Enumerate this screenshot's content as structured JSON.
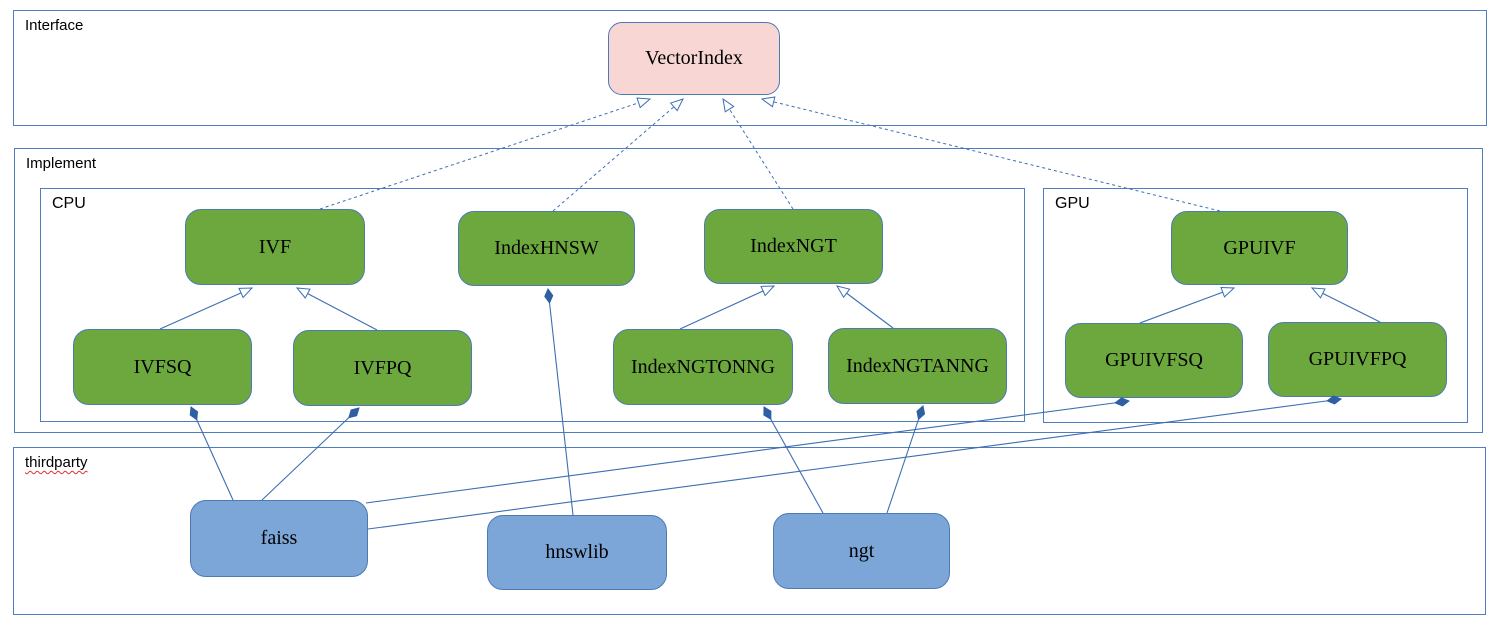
{
  "diagram": {
    "containers": {
      "interface": {
        "label": "Interface"
      },
      "implement": {
        "label": "Implement"
      },
      "cpu": {
        "label": "CPU"
      },
      "gpu": {
        "label": "GPU"
      },
      "thirdparty": {
        "label": "thirdparty"
      }
    },
    "nodes": {
      "vectorindex": {
        "label": "VectorIndex",
        "type": "interface",
        "fill": "#F8D6D3"
      },
      "ivf": {
        "label": "IVF",
        "type": "class",
        "fill": "#6CA83E"
      },
      "indexhnsw": {
        "label": "IndexHNSW",
        "type": "class",
        "fill": "#6CA83E"
      },
      "indexngt": {
        "label": "IndexNGT",
        "type": "class",
        "fill": "#6CA83E"
      },
      "gpuivf": {
        "label": "GPUIVF",
        "type": "class",
        "fill": "#6CA83E"
      },
      "ivfsq": {
        "label": "IVFSQ",
        "type": "class",
        "fill": "#6CA83E"
      },
      "ivfpq": {
        "label": "IVFPQ",
        "type": "class",
        "fill": "#6CA83E"
      },
      "indexngtonng": {
        "label": "IndexNGTONNG",
        "type": "class",
        "fill": "#6CA83E"
      },
      "indexngtanng": {
        "label": "IndexNGTANNG",
        "type": "class",
        "fill": "#6CA83E"
      },
      "gpuivfsq": {
        "label": "GPUIVFSQ",
        "type": "class",
        "fill": "#6CA83E"
      },
      "gpuivfpq": {
        "label": "GPUIVFPQ",
        "type": "class",
        "fill": "#6CA83E"
      },
      "faiss": {
        "label": "faiss",
        "type": "thirdparty",
        "fill": "#7CA5D8"
      },
      "hnswlib": {
        "label": "hnswlib",
        "type": "thirdparty",
        "fill": "#7CA5D8"
      },
      "ngt": {
        "label": "ngt",
        "type": "thirdparty",
        "fill": "#7CA5D8"
      }
    },
    "edges": [
      {
        "from": "IVF",
        "to": "VectorIndex",
        "type": "realization-dashed"
      },
      {
        "from": "IndexHNSW",
        "to": "VectorIndex",
        "type": "realization-dashed"
      },
      {
        "from": "IndexNGT",
        "to": "VectorIndex",
        "type": "realization-dashed"
      },
      {
        "from": "GPUIVF",
        "to": "VectorIndex",
        "type": "realization-dashed"
      },
      {
        "from": "IVFSQ",
        "to": "IVF",
        "type": "inheritance"
      },
      {
        "from": "IVFPQ",
        "to": "IVF",
        "type": "inheritance"
      },
      {
        "from": "IndexNGTONNG",
        "to": "IndexNGT",
        "type": "inheritance"
      },
      {
        "from": "IndexNGTANNG",
        "to": "IndexNGT",
        "type": "inheritance"
      },
      {
        "from": "GPUIVFSQ",
        "to": "GPUIVF",
        "type": "inheritance"
      },
      {
        "from": "GPUIVFPQ",
        "to": "GPUIVF",
        "type": "inheritance"
      },
      {
        "from": "faiss",
        "to": "IVFSQ",
        "type": "composition"
      },
      {
        "from": "faiss",
        "to": "IVFPQ",
        "type": "composition"
      },
      {
        "from": "faiss",
        "to": "GPUIVFSQ",
        "type": "composition"
      },
      {
        "from": "faiss",
        "to": "GPUIVFPQ",
        "type": "composition"
      },
      {
        "from": "hnswlib",
        "to": "IndexHNSW",
        "type": "composition"
      },
      {
        "from": "ngt",
        "to": "IndexNGTONNG",
        "type": "composition"
      },
      {
        "from": "ngt",
        "to": "IndexNGTANNG",
        "type": "composition"
      }
    ],
    "colors": {
      "interface_fill": "#F8D6D3",
      "class_fill": "#6CA83E",
      "thirdparty_fill": "#7CA5D8",
      "node_border": "#4d7ab5",
      "container_border": "#4f7dbd",
      "line": "#3C6EB4",
      "diamond": "#2e5fa3",
      "spellcheck_underline": "#e03030"
    }
  }
}
